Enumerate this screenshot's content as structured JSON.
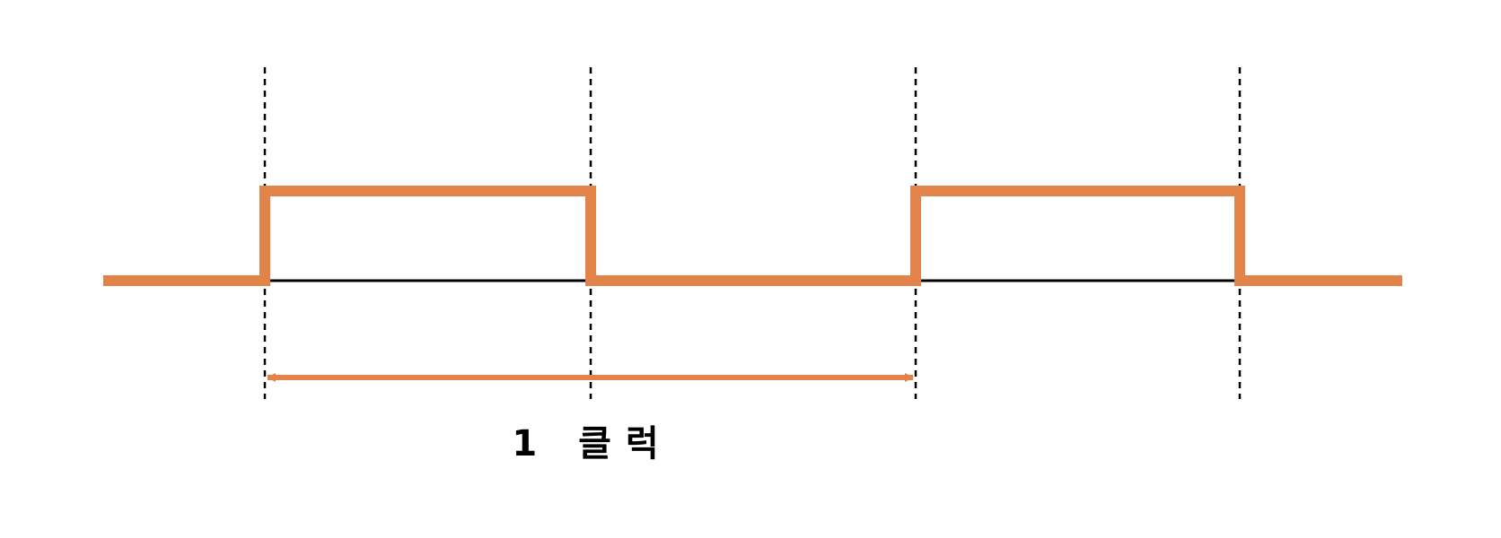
{
  "diagram": {
    "title": "",
    "signal_type": "square-wave clock",
    "signal_levels": [
      "low",
      "high",
      "low",
      "high",
      "low"
    ],
    "edge_count": 4,
    "period_label": "1 클럭",
    "colors": {
      "signal": "#E2834A",
      "baseline": "#000000",
      "guide": "#000000",
      "arrow": "#E2834A",
      "label": "#000000"
    }
  }
}
